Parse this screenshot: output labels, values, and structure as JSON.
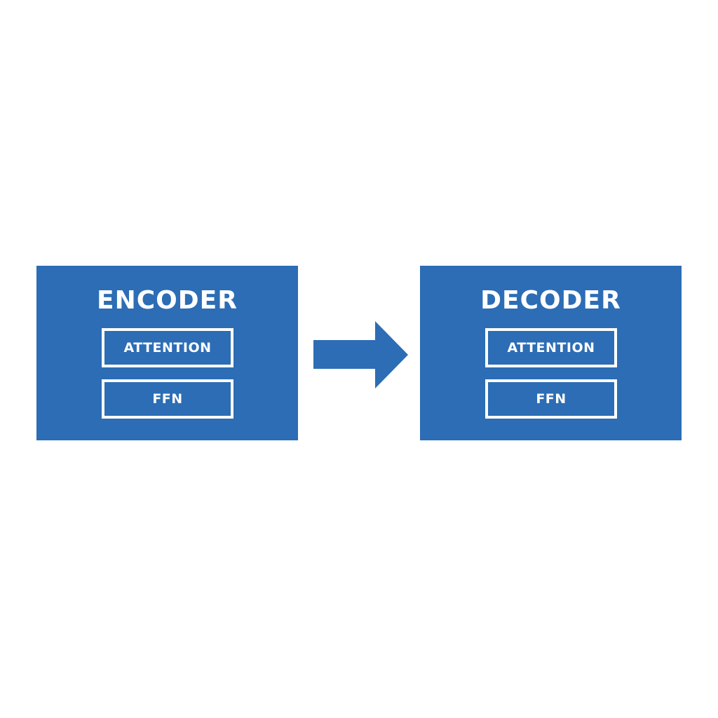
{
  "colors": {
    "block_fill": "#2c6db5",
    "text": "#ffffff",
    "background": "#ffffff"
  },
  "encoder": {
    "title": "ENCODER",
    "layers": [
      "ATTENTION",
      "FFN"
    ]
  },
  "decoder": {
    "title": "DECODER",
    "layers": [
      "ATTENTION",
      "FFN"
    ]
  },
  "connector": {
    "icon": "right-arrow-icon"
  }
}
